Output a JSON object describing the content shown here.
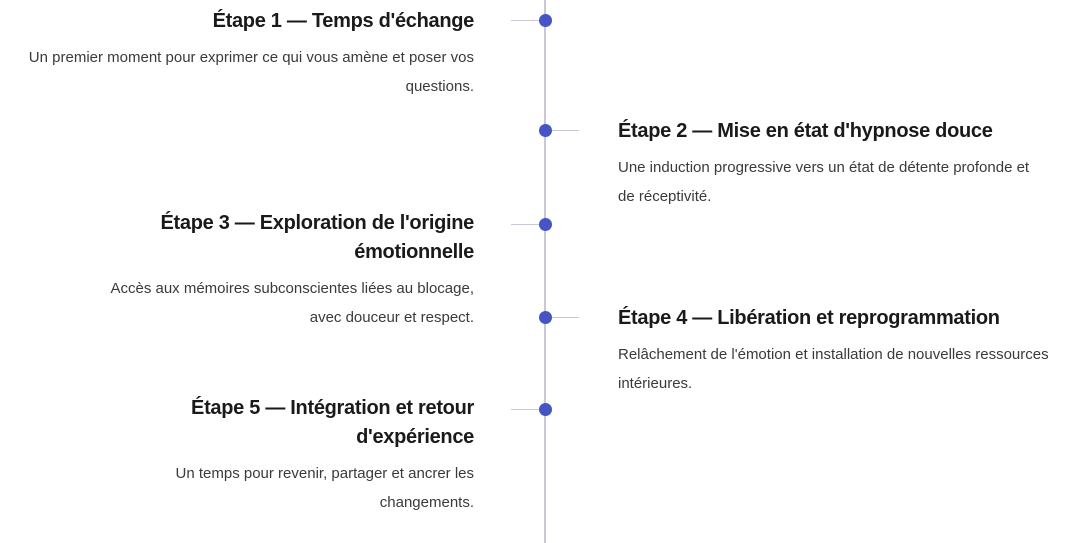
{
  "timeline": {
    "steps": [
      {
        "title": "Étape 1 — Temps d'échange",
        "description": "Un premier moment pour exprimer ce qui vous amène et poser vos questions."
      },
      {
        "title": "Étape 2 — Mise en état d'hypnose douce",
        "description": "Une induction progressive vers un état de détente profonde et de réceptivité."
      },
      {
        "title": "Étape 3 — Exploration de l'origine émotionnelle",
        "description": "Accès aux mémoires subconscientes liées au blocage, avec douceur et respect."
      },
      {
        "title": "Étape 4 — Libération et reprogrammation",
        "description": "Relâchement de l'émotion et installation de nouvelles ressources intérieures."
      },
      {
        "title": "Étape 5 — Intégration et retour d'expérience",
        "description": "Un temps pour revenir, partager et ancrer les changements."
      }
    ],
    "accent_color": "#4654c4",
    "line_color": "#c9c9d6"
  }
}
